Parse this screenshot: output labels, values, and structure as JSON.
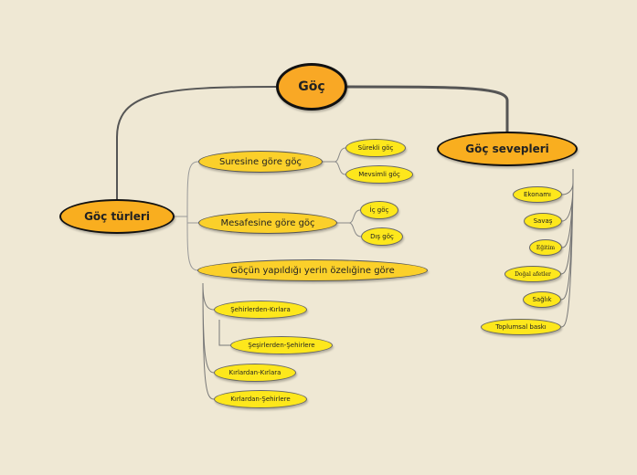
{
  "root": "Göç",
  "branches": {
    "types": {
      "label": "Göç türleri",
      "duration": {
        "label": "Suresine göre göç",
        "children": [
          "Sürekli göç",
          "Mevsimli göç"
        ]
      },
      "distance": {
        "label": "Mesafesine göre göç",
        "children": [
          "İç göç",
          "Dış göç"
        ]
      },
      "place": {
        "label": "Göçün yapıldığı yerin özelığine göre",
        "children": [
          "Şehirlerden-Kırlara",
          "Şeşirlerden-Şehirlere",
          "Kırlardan-Kırlara",
          "Kırlardan-Şehirlere"
        ]
      }
    },
    "reasons": {
      "label": "Göç sevepleri",
      "children": [
        "Ekonamı",
        "Savaş",
        "Eğitim",
        "Doğal afetler",
        "Sağlık",
        "Toplumsal baskı"
      ]
    }
  },
  "colors": {
    "background": "#efe8d4",
    "root": "#f9a825",
    "leaf": "#fde71c"
  }
}
